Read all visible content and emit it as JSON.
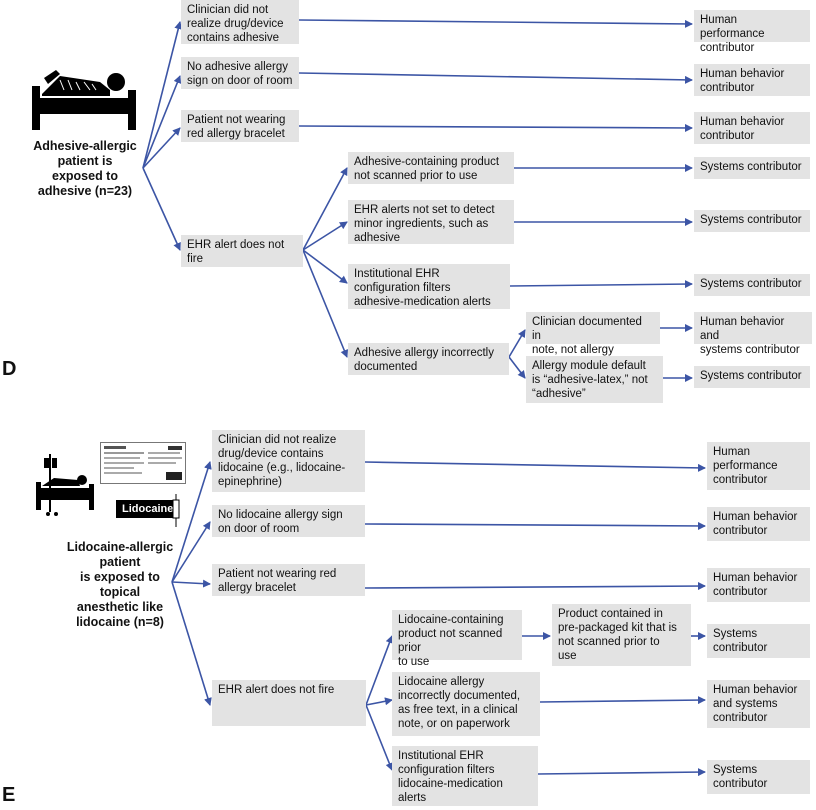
{
  "panel_d": {
    "letter": "D",
    "root": "Adhesive-allergic\npatient is\nexposed to\nadhesive (n=23)",
    "causes": [
      "Clinician did not\nrealize drug/device\ncontains adhesive",
      "No adhesive allergy\nsign on door of room",
      "Patient not wearing\nred allergy bracelet",
      "EHR alert does not\nfire"
    ],
    "ehr_subcauses": [
      "Adhesive-containing product\nnot scanned prior to use",
      "EHR alerts not set to detect\nminor ingredients, such as\nadhesive",
      "Institutional EHR\nconfiguration filters\nadhesive-medication alerts",
      "Adhesive allergy incorrectly\ndocumented"
    ],
    "doc_subcauses": [
      "Clinician documented in\nnote, not allergy module",
      "Allergy module default\nis “adhesive-latex,” not\n“adhesive”"
    ],
    "contributors": [
      "Human performance\ncontributor",
      "Human behavior\ncontributor",
      "Human behavior\ncontributor",
      "Systems contributor",
      "Systems contributor",
      "Systems contributor",
      "Human behavior and\nsystems contributor",
      "Systems contributor"
    ]
  },
  "panel_e": {
    "letter": "E",
    "root": "Lidocaine-allergic\npatient\nis exposed to\ntopical\nanesthetic like\nlidocaine (n=8)",
    "tag": "Lidocaine",
    "causes": [
      "Clinician did not realize\ndrug/device contains\nlidocaine (e.g., lidocaine-\nepinephrine)",
      "No lidocaine allergy sign\non door of room",
      "Patient not wearing red\nallergy bracelet",
      "EHR alert does not fire"
    ],
    "ehr_subcauses": [
      "Lidocaine-containing\nproduct not scanned prior\nto use",
      "Lidocaine allergy\nincorrectly documented,\nas free text, in a clinical\nnote, or on paperwork",
      "Institutional EHR\nconfiguration filters\nlidocaine-medication\nalerts"
    ],
    "kit_subcause": "Product contained in\npre-packaged kit that is\nnot scanned prior to\nuse",
    "contributors": [
      "Human\nperformance\ncontributor",
      "Human behavior\ncontributor",
      "Human behavior\ncontributor",
      "Systems\ncontributor",
      "Human behavior\nand systems\ncontributor",
      "Systems\ncontributor"
    ]
  },
  "colors": {
    "wire": "#3c55a5",
    "box": "#e3e3e3"
  }
}
